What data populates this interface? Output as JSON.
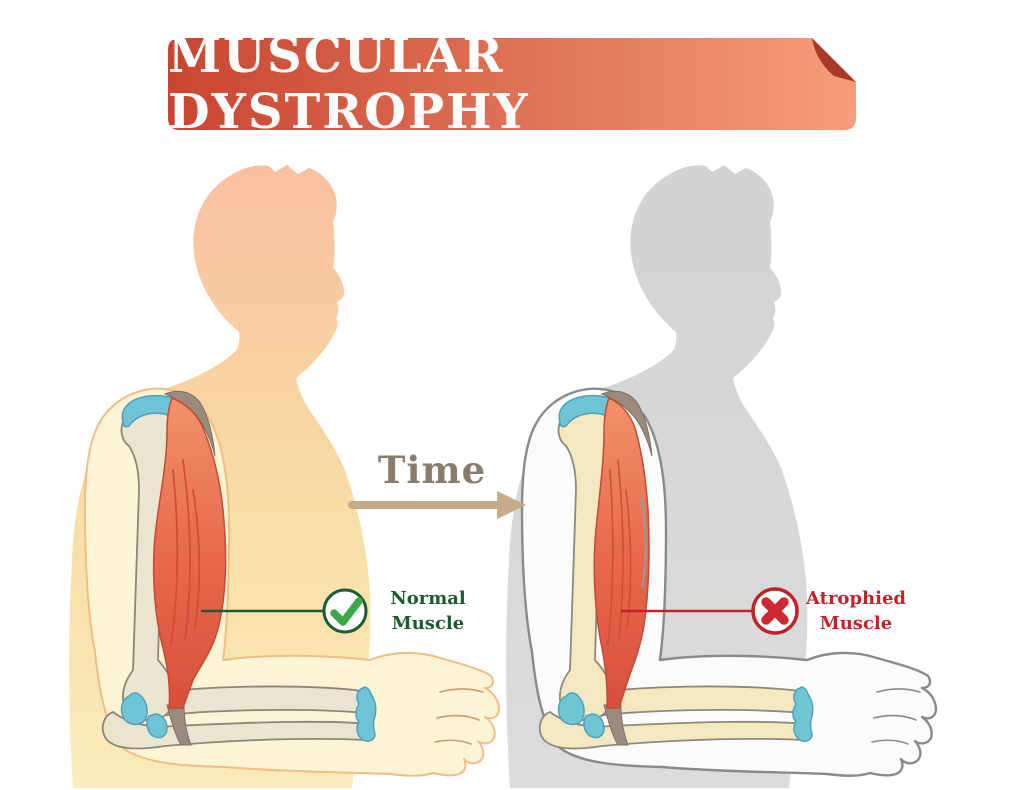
{
  "title": {
    "text": "MUSCULAR DYSTROPHY"
  },
  "timeline": {
    "label": "Time",
    "icon": "arrow-right-icon"
  },
  "figures": {
    "left": {
      "name": "normal-muscle-figure",
      "label": {
        "line1": "Normal",
        "line2": "Muscle"
      },
      "status_icon": "checkmark-icon"
    },
    "right": {
      "name": "atrophied-muscle-figure",
      "label": {
        "line1": "Atrophied",
        "line2": "Muscle"
      },
      "status_icon": "cross-icon"
    }
  },
  "colors": {
    "banner_gradient_start": "#C84531",
    "banner_gradient_end": "#F59D7A",
    "banner_fold": "#A93A28",
    "title_text": "#FFFFFF",
    "time_text": "#8B7B6D",
    "time_arrow": "#C6AB88",
    "normal_accent_green": "#1E5D38",
    "checkmark_green": "#3FA846",
    "atrophied_accent_red": "#C2232A",
    "cross_red": "#D02830",
    "muscle_red": "#E2573F",
    "bone_cream": "#E9E5D0",
    "cartilage_blue": "#6FC3D6",
    "tendon_gray": "#9B8B7C",
    "skin_head_left": "#F9C2A2",
    "skin_body_left": "#F8DBA3",
    "skin_arm_left": "#FDF4D6",
    "silhouette_right": "#D6D7D9"
  }
}
